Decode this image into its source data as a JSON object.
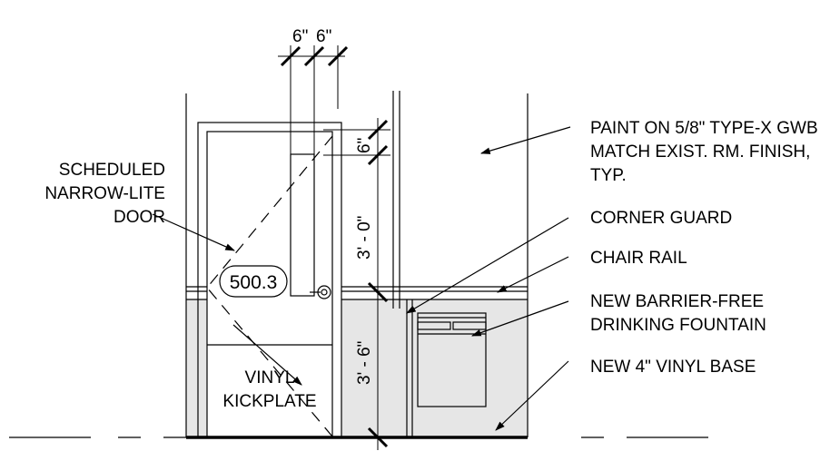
{
  "dimensions": {
    "top_left": "6\"",
    "top_right": "6\"",
    "right_small": "6\"",
    "right_upper": "3' - 0\"",
    "right_lower": "3' - 6\""
  },
  "door_tag": "500.3",
  "callouts": {
    "door": [
      "SCHEDULED",
      "NARROW-LITE",
      "DOOR"
    ],
    "kickplate": [
      "VINYL",
      "KICKPLATE"
    ],
    "paint": [
      "PAINT ON 5/8\" TYPE-X GWB",
      "MATCH EXIST. RM. FINISH,",
      "TYP."
    ],
    "corner_guard": "CORNER GUARD",
    "chair_rail": "CHAIR RAIL",
    "fountain": [
      "NEW BARRIER-FREE",
      "DRINKING FOUNTAIN"
    ],
    "base": "NEW 4\" VINYL BASE"
  },
  "colors": {
    "wall_fill": "#e6e6e6",
    "line": "#000000"
  }
}
